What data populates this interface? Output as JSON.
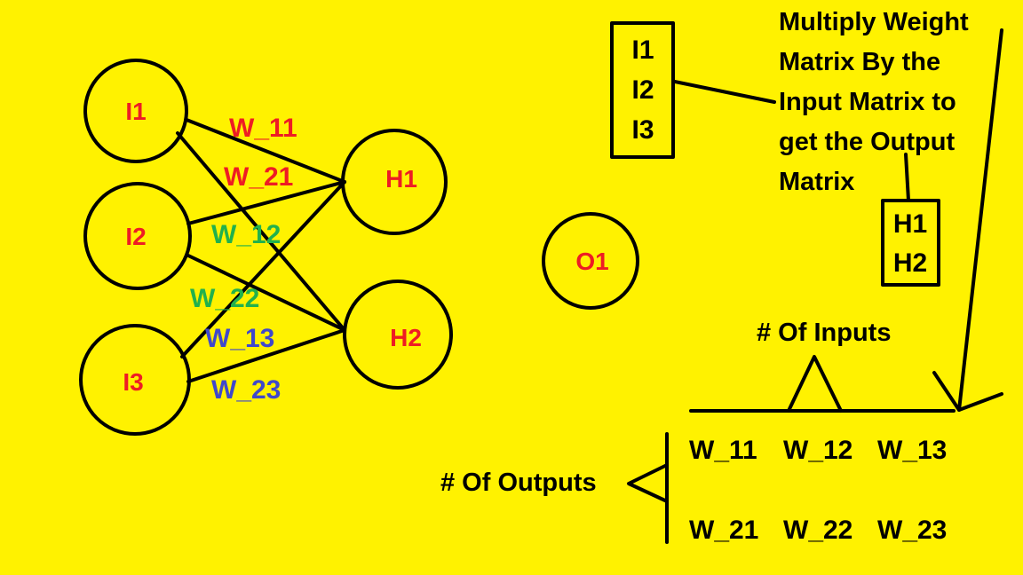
{
  "diagram": {
    "nodes": {
      "i1": "I1",
      "i2": "I2",
      "i3": "I3",
      "h1": "H1",
      "h2": "H2",
      "o1": "O1"
    },
    "edge_labels": {
      "w11": "W_11",
      "w21": "W_21",
      "w12": "W_12",
      "w22": "W_22",
      "w13": "W_13",
      "w23": "W_23"
    },
    "input_vector": [
      "I1",
      "I2",
      "I3"
    ],
    "output_vector": [
      "H1",
      "H2"
    ],
    "note_lines": [
      "Multiply Weight",
      "Matrix By the",
      "Input Matrix to",
      "get the Output",
      "Matrix"
    ],
    "inputs_label": "# Of Inputs",
    "outputs_label": "# Of Outputs",
    "weight_matrix": [
      [
        "W_11",
        "W_12",
        "W_13"
      ],
      [
        "W_21",
        "W_22",
        "W_23"
      ]
    ]
  },
  "colors": {
    "background": "#FFF200",
    "node_text": "#EE1C24",
    "red_weights": "#EE1C24",
    "green_weights": "#22B14C",
    "blue_weights": "#3F48CC",
    "lines": "#000000"
  }
}
